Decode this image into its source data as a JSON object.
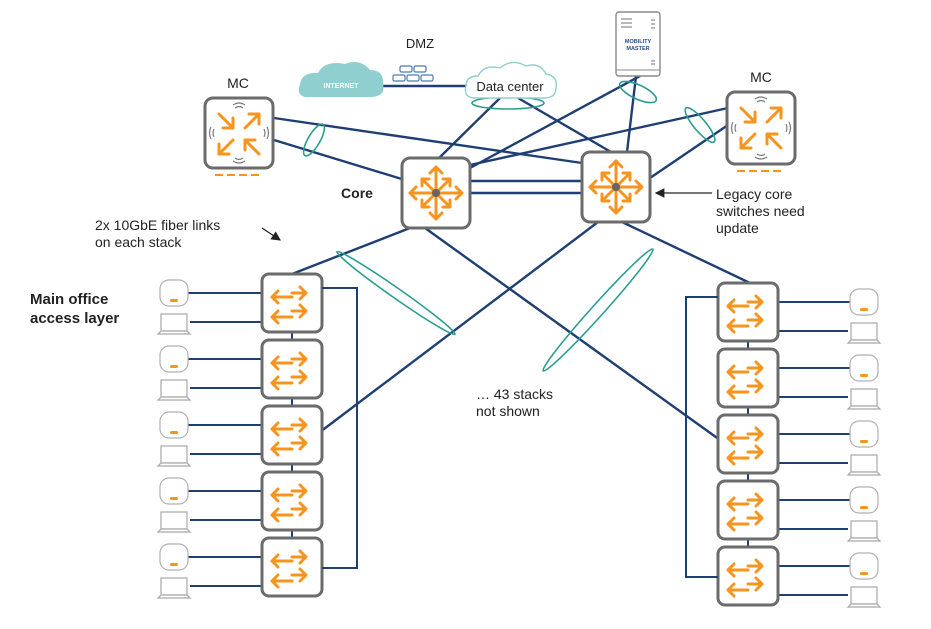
{
  "labels": {
    "dmz": "DMZ",
    "internet": "INTERNET",
    "data_center": "Data center",
    "mobility_master_line1": "MOBILITY",
    "mobility_master_line2": "MASTER",
    "mc_left": "MC",
    "mc_right": "MC",
    "core": "Core",
    "legacy_line1": "Legacy core",
    "legacy_line2": "switches need",
    "legacy_line3": "update",
    "fiber_line1": "2x 10GbE fiber links",
    "fiber_line2": "on each stack",
    "access_line1": "Main office",
    "access_line2": "access layer",
    "stacks_line1": "… 43 stacks",
    "stacks_line2": "not shown"
  },
  "colors": {
    "link": "#1f3f73",
    "lag_ellipse": "#2a9d8f",
    "switch_arrows": "#f7941d",
    "internet_cloud": "#8fcfcf",
    "device_border": "#6b6b6b"
  },
  "left_stack": {
    "switch_count": 5,
    "endpoints_per_switch": [
      "access-point",
      "laptop"
    ]
  },
  "right_stack": {
    "switch_count": 5,
    "endpoints_per_switch": [
      "access-point",
      "laptop"
    ]
  },
  "icons": {
    "mobility_controller": "mobility-controller-icon",
    "core_switch": "core-switch-icon",
    "access_switch": "access-switch-icon",
    "access_point": "access-point-icon",
    "laptop": "laptop-icon",
    "firewall": "firewall-icon",
    "cloud": "cloud-icon",
    "server": "server-icon"
  }
}
